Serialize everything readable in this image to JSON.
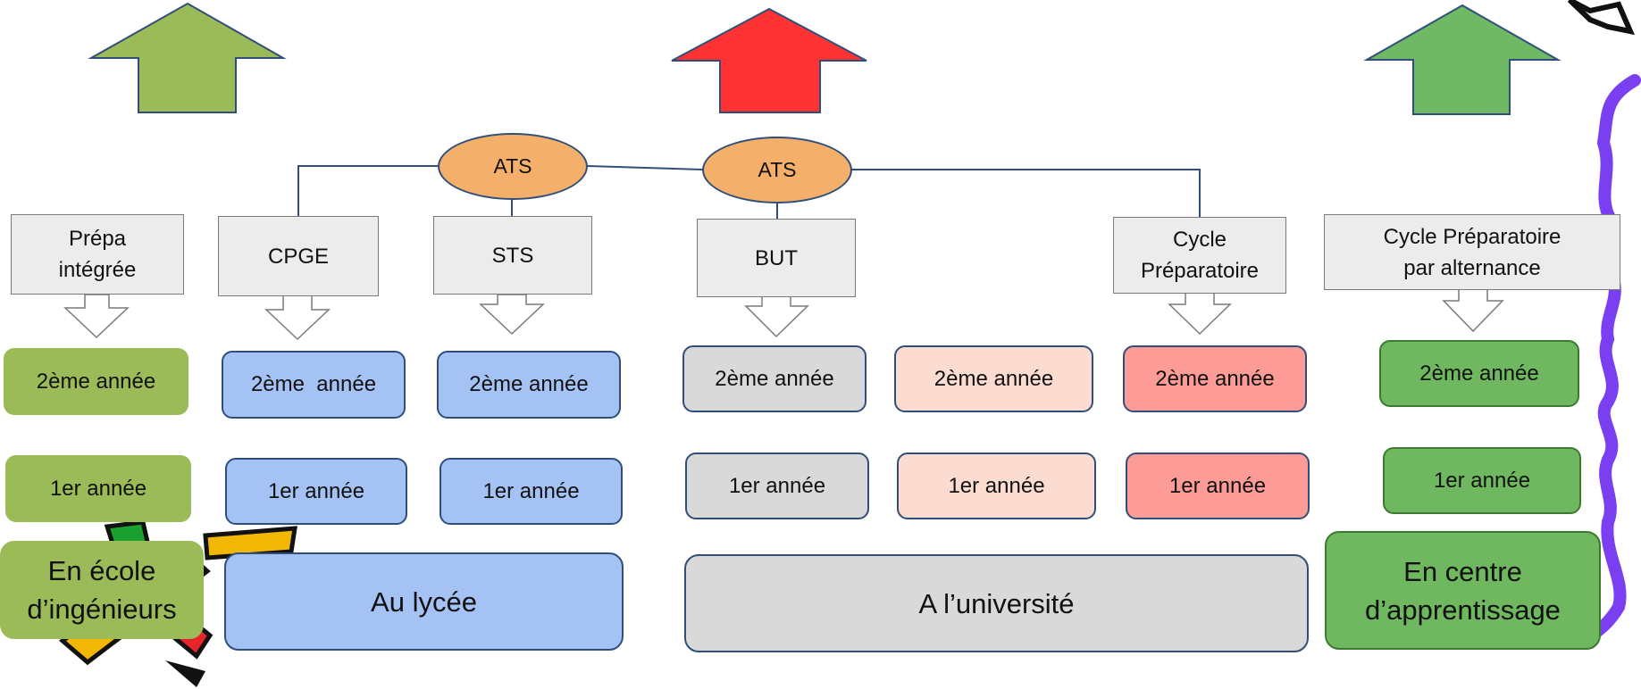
{
  "colors": {
    "arrow_left": "#9bbb59",
    "arrow_center": "#ff3333",
    "arrow_right": "#6fb864",
    "ellipse": "#f4b06a",
    "lycee": "#a4c2f4",
    "universite": "#d9d9d9",
    "universite_mid": "#fcdcd0",
    "universite_right": "#fd9b96",
    "apprentissage": "#70b85f",
    "ecole": "#9bbb59",
    "squiggle": "#7b3ff2"
  },
  "ats": {
    "left": "ATS",
    "right": "ATS"
  },
  "tracks": {
    "prepa_integree": "Prépa\nintégrée",
    "cpge": "CPGE",
    "sts": "STS",
    "but": "BUT",
    "cycle_preparatoire": "Cycle\nPréparatoire",
    "cycle_alternance": "Cycle Préparatoire\npar alternance"
  },
  "years": {
    "ecole_2": "2ème année",
    "ecole_1": "1er année",
    "cpge_2": "2ème  année",
    "cpge_1": "1er année",
    "sts_2": "2ème année",
    "sts_1": "1er année",
    "but_2": "2ème année",
    "but_1": "1er année",
    "mid_2": "2ème année",
    "mid_1": "1er année",
    "cycle_2": "2ème année",
    "cycle_1": "1er année",
    "alt_2": "2ème année",
    "alt_1": "1er année"
  },
  "places": {
    "ecole": "En école\nd’ingénieurs",
    "lycee": "Au lycée",
    "universite": "A l’université",
    "apprentissage": "En centre\nd’apprentissage"
  }
}
